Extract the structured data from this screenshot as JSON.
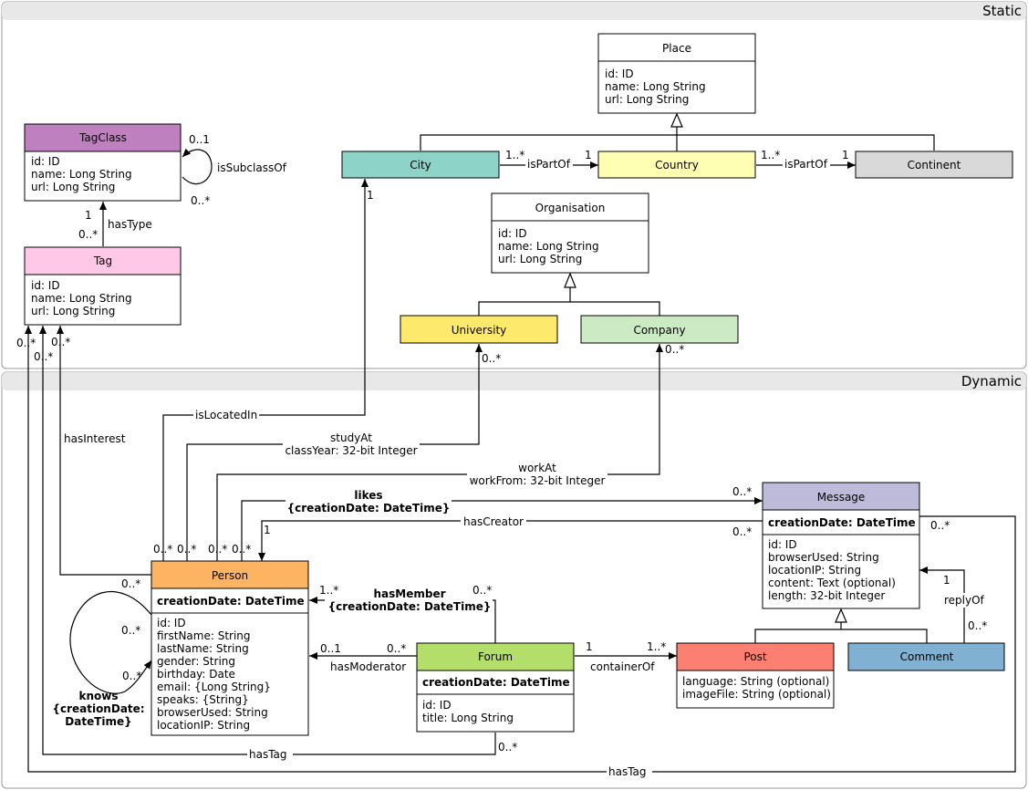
{
  "regions": {
    "static": "Static",
    "dynamic": "Dynamic"
  },
  "colors": {
    "region_bg": "#e8e8e8",
    "box_default": "#ffffff",
    "TagClass": "#bf80bf",
    "Tag": "#ffc8e6",
    "City": "#8dd3c7",
    "Country": "#ffffb3",
    "Continent": "#d9d9d9",
    "University": "#fde96c",
    "Company": "#ccebc5",
    "Message": "#bebada",
    "Person": "#fdb462",
    "Forum": "#b3de69",
    "Post": "#fb8072",
    "Comment": "#80b1d3"
  },
  "classes": {
    "Place": {
      "name": "Place",
      "attributes": [
        "id: ID",
        "name: Long String",
        "url: Long String"
      ]
    },
    "TagClass": {
      "name": "TagClass",
      "attributes": [
        "id: ID",
        "name: Long String",
        "url: Long String"
      ]
    },
    "Tag": {
      "name": "Tag",
      "attributes": [
        "id: ID",
        "name: Long String",
        "url: Long String"
      ]
    },
    "City": {
      "name": "City"
    },
    "Country": {
      "name": "Country"
    },
    "Continent": {
      "name": "Continent"
    },
    "Organisation": {
      "name": "Organisation",
      "attributes": [
        "id: ID",
        "name: Long String",
        "url: Long String"
      ]
    },
    "University": {
      "name": "University"
    },
    "Company": {
      "name": "Company"
    },
    "Message": {
      "name": "Message",
      "key": "creationDate: DateTime",
      "attributes": [
        "id: ID",
        "browserUsed: String",
        "locationIP: String",
        "content: Text (optional)",
        "length: 32-bit Integer"
      ]
    },
    "Person": {
      "name": "Person",
      "key": "creationDate: DateTime",
      "attributes": [
        "id: ID",
        "firstName: String",
        "lastName: String",
        "gender: String",
        "birthday: Date",
        "email: {Long String}",
        "speaks: {String}",
        "browserUsed: String",
        "locationIP: String"
      ]
    },
    "Forum": {
      "name": "Forum",
      "key": "creationDate: DateTime",
      "attributes": [
        "id: ID",
        "title: Long String"
      ]
    },
    "Post": {
      "name": "Post",
      "attributes": [
        "language: String (optional)",
        "imageFile: String (optional)"
      ]
    },
    "Comment": {
      "name": "Comment"
    }
  },
  "relationships": {
    "isSubclassOf": {
      "label": "isSubclassOf",
      "src": "0..*",
      "dst": "0..1"
    },
    "hasType": {
      "label": "hasType",
      "src": "0..*",
      "dst": "1"
    },
    "cityIsPartOf": {
      "label": "isPartOf",
      "src": "1..*",
      "dst": "1"
    },
    "countryIsPartOf": {
      "label": "isPartOf",
      "src": "1..*",
      "dst": "1"
    },
    "isLocatedIn": {
      "label": "isLocatedIn",
      "src": "0..*",
      "dst": "1"
    },
    "studyAt": {
      "label": "studyAt",
      "attr": "classYear: 32-bit Integer",
      "src": "0..*",
      "dst": "0..*"
    },
    "workAt": {
      "label": "workAt",
      "attr": "workFrom: 32-bit Integer",
      "src": "0..*",
      "dst": "0..*"
    },
    "likes": {
      "label": "likes",
      "attr": "{creationDate: DateTime}",
      "src": "0..*",
      "dst": "0..*"
    },
    "hasCreator": {
      "label": "hasCreator",
      "src": "0..*",
      "dst": "1"
    },
    "hasInterest": {
      "label": "hasInterest",
      "src": "0..*",
      "dst": "0..*"
    },
    "knows": {
      "label": "knows",
      "attr_line1": "{creationDate:",
      "attr_line2": "DateTime}",
      "src": "0..*",
      "dst": "0..*"
    },
    "hasMember": {
      "label": "hasMember",
      "attr": "{creationDate: DateTime}",
      "src": "0..*",
      "dst": "1..*"
    },
    "hasModerator": {
      "label": "hasModerator",
      "src": "0..*",
      "dst": "0..1"
    },
    "containerOf": {
      "label": "containerOf",
      "src": "1",
      "dst": "1..*"
    },
    "replyOf": {
      "label": "replyOf",
      "src": "0..*",
      "dst": "1"
    },
    "forumHasTag": {
      "label": "hasTag",
      "src": "0..*",
      "dst": "0..*"
    },
    "messageHasTag": {
      "label": "hasTag",
      "src": "0..*",
      "dst": "0..*"
    }
  }
}
